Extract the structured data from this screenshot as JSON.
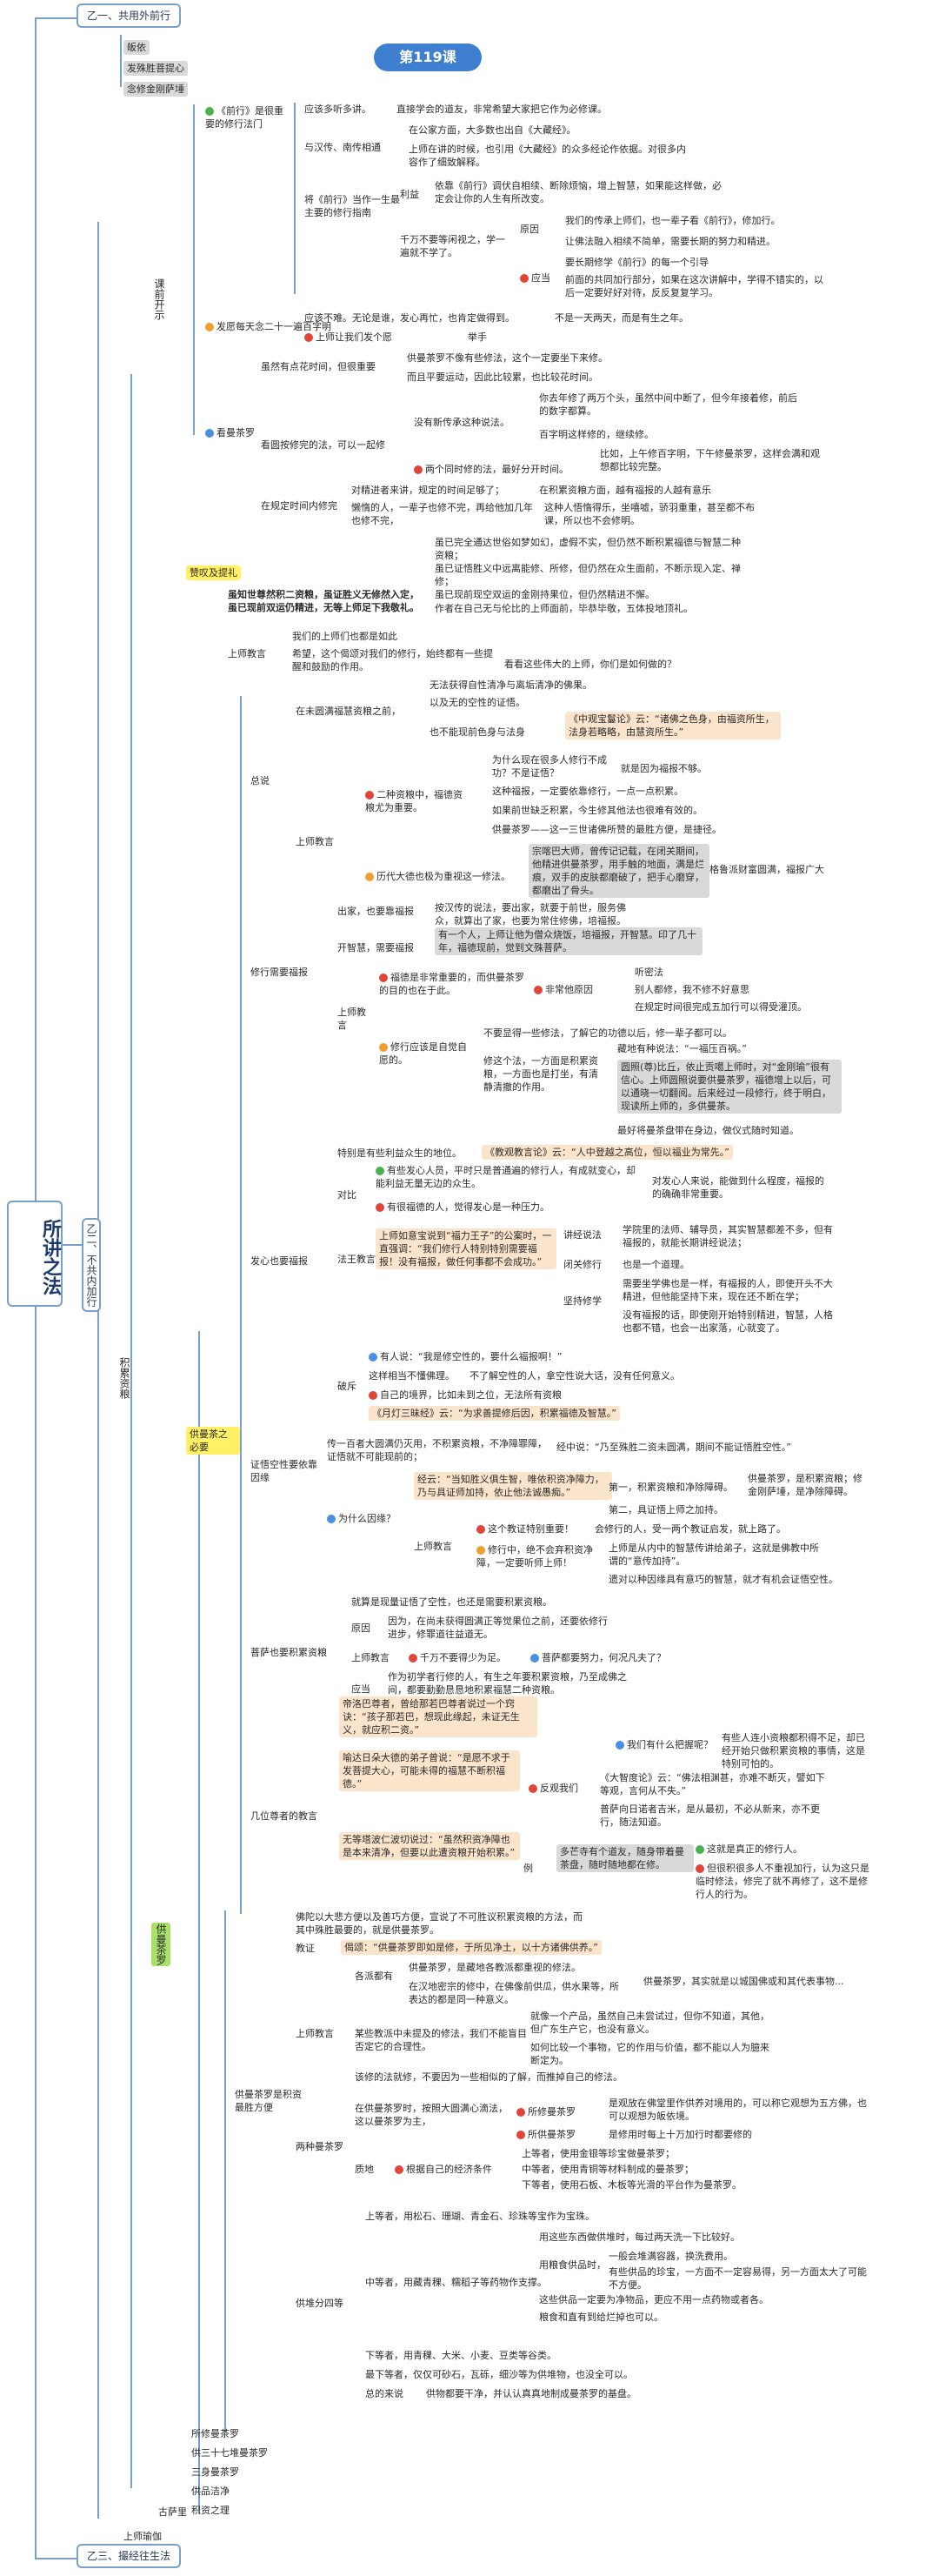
{
  "header": {
    "top_box": "乙一、共用外前行",
    "bottom_box": "乙三、撮经往生法",
    "badge": "第119课",
    "main_title": "所讲之法"
  },
  "top_items": [
    "皈依",
    "发殊胜菩提心",
    "念修金刚萨埵"
  ],
  "side": {
    "branch_b2": "乙二、不共内加行",
    "accumulate": "积累资粮",
    "mandala": "供曼茶罗",
    "intro": "课前开示",
    "praise": "赞叹及提礼",
    "necessity": "供曼茶之必要",
    "guru": "上师瑜伽",
    "ancient": "古萨里"
  },
  "intro": {
    "items": [
      "《前行》是很重要的修行法门",
      "发愿每天念二十一遍百字明",
      "看曼茶罗"
    ],
    "a1": "应该多听多讲。",
    "a1_text": "直接学会的道友，非常希望大家把它作为必修课。",
    "a2": "与汉传、南传相通",
    "a2_t1": "在公家方面，大多数也出自《大藏经》。",
    "a2_t2": "上师在讲的时候，也引用《大藏经》的众多经论作依据。对很多内容作了细致解释。",
    "a3": "将《前行》当作一生最主要的修行指南",
    "a3_t1": "依靠《前行》调伏自相续、断除烦恼，增上智慧，如果能这样做，必定会让你的人生有所改变。",
    "a3_benefit": "利益",
    "a3_t2": "千万不要等闲视之，学一遍就不学了。",
    "a3_reason": "原因",
    "a3_r1": "我们的传承上师们，也一辈子看《前行》，修加行。",
    "a3_r2": "让佛法融入相续不简单，需要长期的努力和精进。",
    "a3_should": "应当",
    "a3_s1": "要长期修学《前行》的每一个引导",
    "a3_s2": "前面的共同加行部分，如果在这次讲解中，学得不错实的，以后一定要好好对待，反反复复学习。",
    "b1": "应该不难。无论是谁，发心再忙，也肯定做得到。",
    "b1_r": "不是一天两天，而是有生之年。",
    "b2": "上师让我们发个愿",
    "b2_r": "举手",
    "c_head": "虽然有点花时间，但很重要",
    "c1": "供曼茶罗不像有些修法，这个一定要坐下来修。",
    "c2": "而且平要运动，因此比较累，也比较花时间。",
    "c3_head": "看圆按修完的法，可以一起修",
    "c3_a": "没有新传承这种说法。",
    "c3_a1": "你去年修了两万个头，虽然中间中断了，但今年接着修，前后的数字都算。",
    "c3_a2": "百字明这样修的，继续修。",
    "c3_b": "两个同时修的法，最好分开时间。",
    "c3_b1": "比如，上午修百字明，下午修曼茶罗，这样会满和观想都比较完整。",
    "c4_head": "在规定时间内修完",
    "c4_a": "对精进者来讲，规定的时间足够了；",
    "c4_a1": "在积累资粮方面，越有福报的人越有意乐",
    "c4_b": "懒惰的人，一辈子也修不完，再给他加几年也修不完，",
    "c4_b1": "这种人悟惰得乐，坐嘻嘘，骄羽重重，甚至都不布课，所以也不会修明。"
  },
  "praise": {
    "quote_title": "虽知世尊然积二资粮，虽证胜义无修然入定，虽已现前双运仍精进，无等上师足下我敬礼。",
    "lines": [
      "虽已完全通达世俗如梦如幻，虚假不实，但仍然不断积累福德与智慧二种资粮；",
      "虽已证悟胜义中远离能修、所修，但仍然在众生面前，不断示现入定、禅修；",
      "虽已现前现空双运的金刚持果位，但仍然精进不懈。",
      "作者在自己无与伦比的上师面前，毕恭毕敬，五体投地顶礼。"
    ],
    "guru_head": "上师教言",
    "guru_1": "我们的上师们也都是如此",
    "guru_2": "希望，这个偈颂对我们的修行，始终都有一些提醒和鼓励的作用。",
    "guru_2r": "看看这些伟大的上师，你们是如何做的？"
  },
  "necessity": {
    "general": "总说",
    "g1_head": "在未圆满福慧资粮之前，",
    "g1_a": "无法获得自性清净与离垢清净的佛果。",
    "g1_b": "以及无的空性的证悟。",
    "g1_c": "也不能现前色身与法身",
    "g1_c_q": "《中观宝鬘论》云：“诸佛之色身，由福资所生，法身若略略，由慧资所生。”",
    "g2_head": "上师教言",
    "g2_a": "为什么现在很多人修行不成功？不是证悟？",
    "g2_a1": "就是因为福报不够。",
    "g2_b": "二种资粮中，福德资粮尤为重要。",
    "g2_b1": "这种福报，一定要依靠修行，一点一点积累。",
    "g2_b2": "如果前世缺乏积累，今生修其他法也很难有效的。",
    "g2_b3": "供曼茶罗——这一三世诸佛所赞的最胜方便，是捷径。",
    "g2_c": "历代大德也极为重视这一修法。",
    "g2_c1": "宗喀巴大师，曾传记记载，在闭关期间，他精进供曼茶罗，用手触的地面，满是烂痕，双手的皮肤都磨破了，把手心磨穿，都磨出了骨头。",
    "g2_c2": "格鲁派财富圆满，福报广大",
    "need_head": "修行需要福报",
    "need_a": "出家，也要靠福报",
    "need_a1": "按汉传的说法，要出家，就要于前世，服务佛众，就算出了家，也要为常住修佛，培福报。",
    "need_b": "开智慧，需要福报",
    "need_b1": "有一个人，上师让他为僧众烧饭，培福报，开智慧。印了几十年，福德现前，觉到文殊菩萨。",
    "need_c": "上师教言",
    "need_c1": "福德是非常重要的，而供曼茶罗的目的也在于此。",
    "need_c1a": "非常他原因",
    "need_c1a_1": "听密法",
    "need_c1a_2": "别人都修，我不修不好意思",
    "need_c1a_3": "在规定时间很完成五加行可以得受灌顶。",
    "need_c2": "修行应该是自觉自愿的。",
    "need_c2a": "不要显得一些修法，了解它的功德以后，修一辈子都可以。",
    "need_c2b": "修这个法，一方面是积累资粮，一方面也是打坐，有清静清撤的作用。",
    "need_c2b_q": "藏地有种说法：“一福压百祸。”",
    "need_c2b_1": "圆照(尊)比丘，依止贡噶上师时，对“金刚瑜”很有信心。上师圆照说要供曼茶罗，福德增上以后，可以通晓一切翻阅。后来经过一段修行，终于明白，现读所上师的，多供曼茶。",
    "need_c2b_2": "最好将曼茶盘带在身边，做仪式随时知道。",
    "fa_head": "发心也要福报",
    "fa_a": "特别是有些利益众生的地位。",
    "fa_a_q": "《教观教言论》云：“人中登越之高位，恒以福业为常先。”",
    "fa_b": "对比",
    "fa_b1": "有些发心人员，平时只是普通遍的修行人，有成就变心，却能利益无量无边的众生。",
    "fa_b2": "有很福德的人，觉得发心是一种压力。",
    "fa_b_r": "对发心人来说，能做到什么程度，福报的的确确非常重要。",
    "fa_c": "法王教言",
    "fa_c_q": "上师如意宝说到“福力王子”的公案时，一直强调：“我们修行人特别特别需要福报！没有福报，做任何事都不会成功。”",
    "fa_c1": "讲经说法",
    "fa_c1a": "学院里的法师、辅导员，其实智慧都差不多，但有福报的，就能长期讲经说法；",
    "fa_c2": "闭关修行",
    "fa_c2a": "也是一个道理。",
    "fa_c3": "坚持修学",
    "fa_c3a": "需要坐学佛也是一样，有福报的人，即使开头不大精进，但他能坚持下来，现在还不断在学；",
    "fa_c3b": "没有福报的话，即使刚开始特别精进，智慧，人格也都不错，也会一出家落，心就变了。",
    "fa_d": "破斥",
    "fa_d_q": "有人说：“我是修空性的，要什么福报啊！”",
    "fa_d1": "这样相当不懂佛理。",
    "fa_d1a": "不了解空性的人，拿空性说大话，没有任何意义。",
    "fa_d2": "自己的境界，比如未到之位，无法所有资粮",
    "fa_d3": "《月灯三昧经》云：“为求善提修后因，积累福德及智慧。”",
    "proof_head": "证悟空性要依靠因缘",
    "proof_a": "传一百者大圆满仍灭用，不积累资粮，不净障罪障，证悟就不可能现前的；",
    "proof_a_q": "经中说：“乃至殊胜二资未圆满，期间不能证悟胜空性。”",
    "proof_b": "为什么因缘？",
    "proof_b_q": "经云：“当知胜义俱生智，唯依积资净障力，乃与具证师加持，依止他法诚愚痴。”",
    "proof_b1": "第一，积累资粮和净除障碍。",
    "proof_b1r": "供曼茶罗，是积累资粮；修金刚萨埵，是净除障碍。",
    "proof_b2": "第二，具证悟上师之加持。",
    "proof_b3": "上师教言",
    "proof_b3a": "这个教证特别重要！",
    "proof_b3a1": "会修行的人，受一两个教证启发，就上路了。",
    "proof_b3b": "修行中，绝不会弃积资净障，一定要听师上师！",
    "proof_b3b1": "上师是从内中的智慧传讲给弟子，这就是佛教中所谓的“意传加持”。",
    "proof_b3b2": "遗对以种因缘具有意巧的智慧，就才有机会证悟空性。",
    "sahu_head": "菩萨也要积累资粮",
    "sahu_a": "就算是现量证悟了空性，也还是需要积累资粮。",
    "sahu_b": "原因",
    "sahu_b1": "因为，在尚未获得圆满正等觉果位之前，还要依修行进步，修罪道往益道无。",
    "sahu_c": "上师教言",
    "sahu_c1": "千万不要得少为足。",
    "sahu_c2": "菩萨都要努力，何况凡夫了？",
    "sahu_d": "应当",
    "sahu_d1": "作为初学者行修的人，有生之年要积累资粮，乃至成佛之间，都要勤勤恳恳地积累福慧二种资粮。",
    "elder_head": "几位尊者的教言",
    "elder_a": "帝洛巴尊者，曾给那若巴尊者说过一个窍诀：“孩子那若巴，想现此缘起，未证无生义，就应积二资。”",
    "elder_b": "喻达日朵大德的弟子曾说：“是愿不求于发菩提大心，可能未得的福慧不断积福德。”",
    "elder_b1": "我们有什么把握呢？",
    "elder_b1a": "有些人连小资粮都积得不足，却已经开始只做积累资粮的事情，这是特别可怕的。",
    "elder_b2": "反观我们",
    "elder_b2a": "《大智度论》云：“佛法相渊甚，亦难不断灭，譬如下等观，言何从不失。”",
    "elder_b2b": "普萨向日诺者吉米，是从最初，不必从新来，亦不更行，随法知道。",
    "elder_c": "无等塔波仁波切说过：“虽然积资净障也是本来清净，但要以此遭资粮开始积累。”",
    "elder_c_eg": "例",
    "elder_c1": "多芒寺有个道友，随身带着曼茶盘，随时随地都在修。",
    "elder_c1a": "这就是真正的修行人。",
    "elder_c1b": "但很积很多人不重视加行，认为这只是临时修法，修完了就不再修了，这不是修行人的行为。"
  },
  "mandala": {
    "best_head": "供曼茶罗是积资最胜方便",
    "best_a": "佛陀以大悲方便以及善巧方便，宣说了不可胜议积累资粮的方法，而其中殊胜最要的，就是供曼茶罗。",
    "best_b": "教证",
    "best_b_q": "偈颂：“供曼茶罗即如是修，于所见净土，以十方诸佛供养。”",
    "best_c": "上师教言",
    "best_c1": "各派都有",
    "best_c1a": "供曼茶罗，是藏地各教派都重视的修法。",
    "best_c1b": "在汉地密宗的修中，在佛像前供瓜，供水果等，所表达的都是同一种意义。",
    "best_c1b_r": "供曼茶罗，其实就是以城国佛或和其代表事物...",
    "best_c2": "某些教派中未提及的修法，我们不能盲目否定它的合理性。",
    "best_c2a": "就像一个产品，虽然自己未尝试过，但你不知道，其他，但广东生产它，也没有意义。",
    "best_c2b": "如何比较一个事物，它的作用与价值，都不能以人为臆来断定为。",
    "best_c3": "该修的法就修，不要因为一些相似的了解，而推掉自己的修法。",
    "two_head": "两种曼茶罗",
    "two_a": "在供曼茶罗时，按照大圆满心滴法，这以曼茶罗为主，",
    "two_a1": "所修曼茶罗",
    "two_a1a": "是观放在佛堂里作供养对境用的，可以称它观想为五方佛，也可以观想为皈依境。",
    "two_a2": "所供曼茶罗",
    "two_a2a": "是修用时每上十万加行时都要修的",
    "two_b": "质地",
    "two_b1": "根据自己的经济条件",
    "two_b1a": "上等者，使用金银等珍宝做曼茶罗；",
    "two_b1b": "中等者，使用青铜等材料制成的曼茶罗；",
    "two_b1c": "下等者，使用石板、木板等光滑的平台作为曼茶罗。",
    "sub_head": "供堆分四等",
    "sub_a": "上等者，用松石、珊瑚、青金石、珍珠等宝作为宝珠。",
    "sub_b": "中等者，用藏青稞、糯稻子等药物作支撑。",
    "sub_b1": "用这些东西做供堆时，每过两天洗一下比较好。",
    "sub_b2": "用粮食供品时，",
    "sub_b2a": "一般会堆满容器，换洗费用。",
    "sub_b2b": "有些供品的珍宝，一方面不一定容易得，另一方面太大了可能不方便。",
    "sub_b3": "这些供品一定要为净物品，更应不用一点药物或者各。",
    "sub_b4": "粮食和直有到给烂掉也可以。",
    "sub_c": "下等者，用青稞、大米、小麦、豆类等谷类。",
    "sub_d": "最下等者，仅仅可砂石，瓦砾，细沙等为供堆物，也没全可以。",
    "sub_e": "总的来说",
    "sub_e1": "供物都要干净，并认认真真地制成曼茶罗的基盘。"
  },
  "bottom_items": [
    "所修曼茶罗",
    "供三十七堆曼茶罗",
    "三身曼茶罗",
    "供品洁净",
    "积资之理"
  ]
}
